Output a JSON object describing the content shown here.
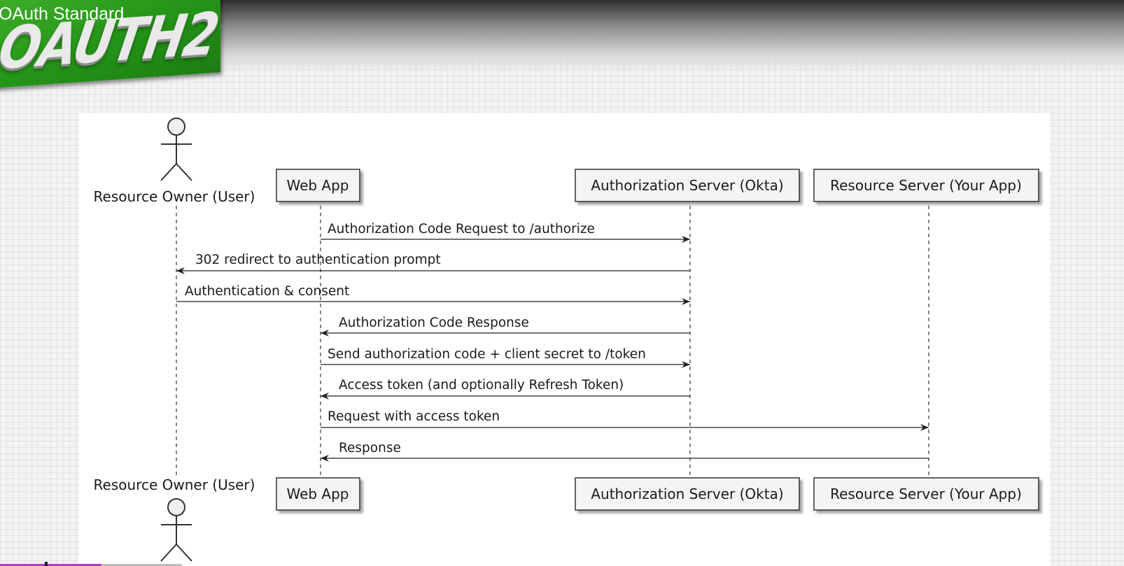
{
  "slide": {
    "title": "OAuth Standard"
  },
  "logo": {
    "text": "OAUTH2"
  },
  "diagram": {
    "participants": {
      "user": "Resource Owner (User)",
      "webapp": "Web App",
      "authserver": "Authorization Server (Okta)",
      "resource": "Resource Server (Your App)"
    },
    "messages": [
      {
        "from": "webapp",
        "to": "authserver",
        "label": "Authorization Code Request to /authorize"
      },
      {
        "from": "authserver",
        "to": "user",
        "label": "302 redirect to authentication prompt"
      },
      {
        "from": "user",
        "to": "authserver",
        "label": "Authentication & consent"
      },
      {
        "from": "authserver",
        "to": "webapp",
        "label": "Authorization Code Response"
      },
      {
        "from": "webapp",
        "to": "authserver",
        "label": "Send authorization code + client secret to /token"
      },
      {
        "from": "authserver",
        "to": "webapp",
        "label": "Access token (and optionally Refresh Token)"
      },
      {
        "from": "webapp",
        "to": "resource",
        "label": "Request with access token"
      },
      {
        "from": "resource",
        "to": "webapp",
        "label": "Response"
      }
    ]
  }
}
